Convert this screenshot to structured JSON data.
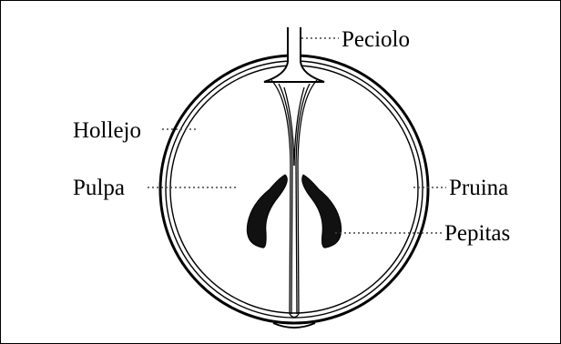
{
  "diagram": {
    "labels": {
      "peciolo": "Peciolo",
      "hollejo": "Hollejo",
      "pulpa": "Pulpa",
      "pruina": "Pruina",
      "pepitas": "Pepitas"
    },
    "colors": {
      "line": "#000000",
      "seed": "#111111",
      "leader": "#444444",
      "background": "#ffffff"
    }
  }
}
